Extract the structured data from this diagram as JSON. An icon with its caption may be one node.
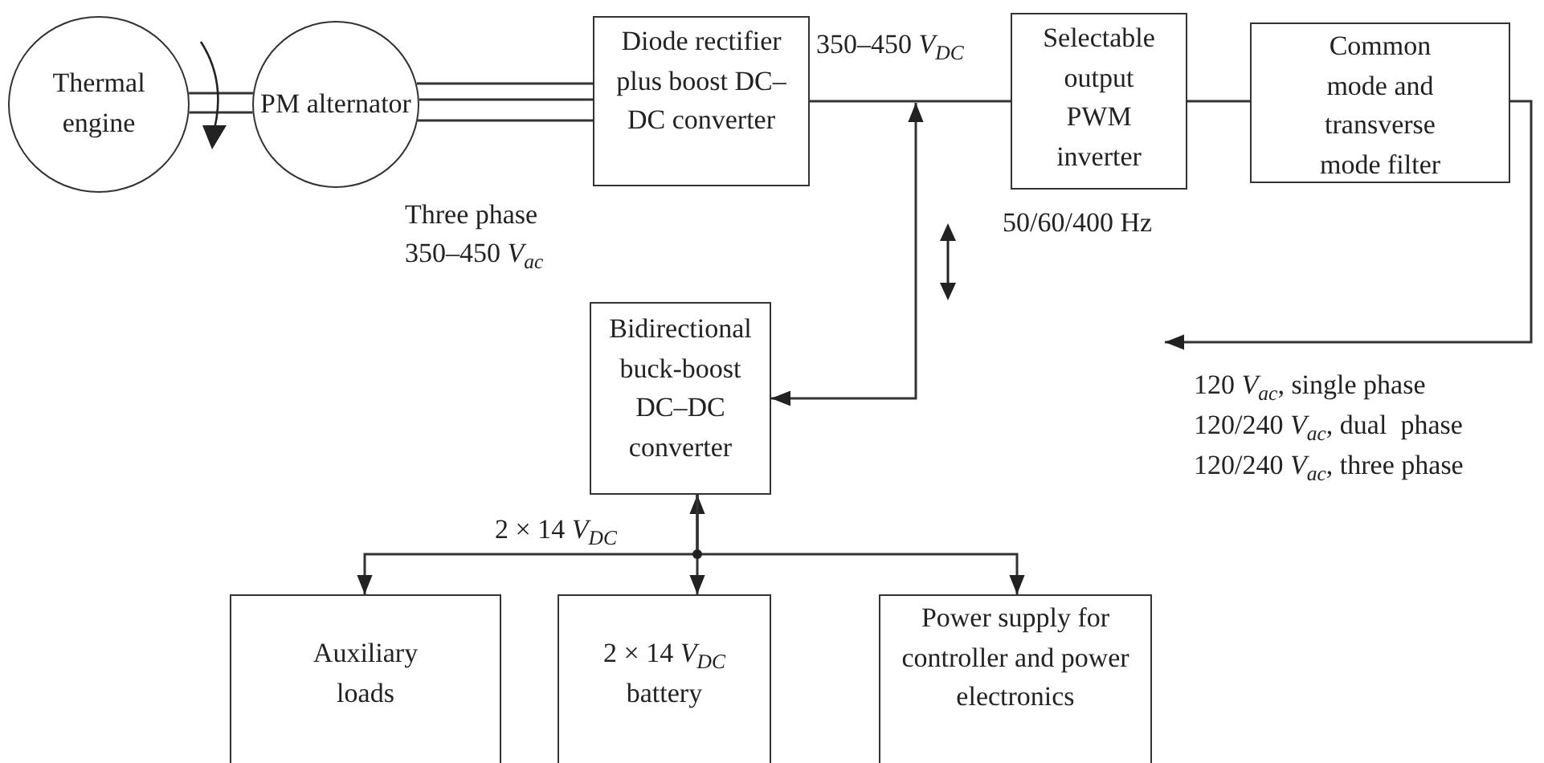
{
  "diagram": {
    "nodes": [
      {
        "text": [
          "Thermal engine"
        ]
      },
      {
        "text": [
          "PM alternator"
        ]
      },
      {
        "text": [
          "Diode rectifier plus boost DC–DC converter"
        ]
      },
      {
        "text": [
          "Selectable output PWM inverter"
        ],
        "beside": [
          "50/60/400 Hz"
        ]
      },
      {
        "text": [
          "Common mode and transverse mode filter"
        ]
      },
      {
        "text": [
          "Bidirectional buck-boost DC–DC converter"
        ]
      },
      {
        "text": [
          "Auxiliary loads"
        ]
      },
      {
        "text": [
          "2 × 14 *V*$_{DC}$ battery"
        ]
      },
      {
        "text": [
          "Power supply for controller and power electronics"
        ]
      }
    ],
    "edges": [
      {
        "from": 0,
        "to": 1,
        "arrow": "none"
      },
      {
        "from": 1,
        "to": 2,
        "arrow": "none",
        "label": "Three phase 350–450 *V*$_{ac}$"
      },
      {
        "from": 2,
        "to": 3,
        "arrow": "none",
        "label": "350–450 *V*$_{DC}$"
      },
      {
        "from": 3,
        "to": 4,
        "arrow": "none"
      },
      {
        "from": 4,
        "to": null,
        "arrow": "to"
      },
      {
        "from": null,
        "to": 5,
        "arrow": "both"
      },
      {
        "from": 5,
        "to": 6,
        "arrow": "to",
        "label": "2 × 14 *V*$_{DC}$"
      },
      {
        "from": 5,
        "to": 7,
        "arrow": "both"
      },
      {
        "from": 5,
        "to": 8,
        "arrow": "to"
      }
    ],
    "labels": [
      "120 *V*$_{ac}$, single phase",
      "120/240 *V*$_{ac}$, dual  phase",
      "120/240 *V*$_{ac}$, three phase"
    ]
  }
}
